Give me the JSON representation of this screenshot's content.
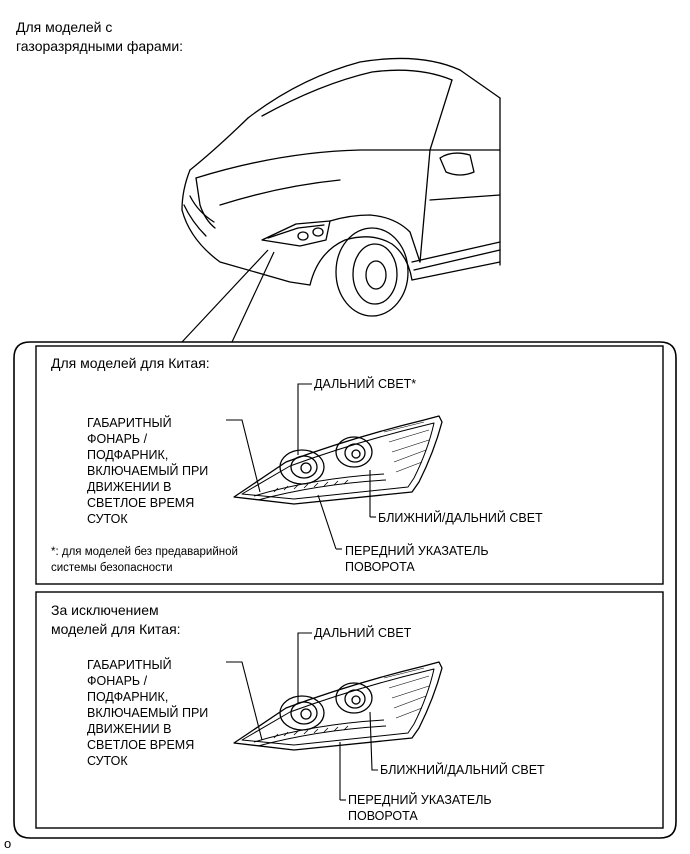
{
  "header": {
    "line1": "Для моделей с",
    "line2": "газоразрядными фарами:"
  },
  "china_panel": {
    "title": "Для моделей для Китая:",
    "high_beam": "ДАЛЬНИЙ СВЕТ*",
    "parking_lines": [
      "ГАБАРИТНЫЙ",
      "ФОНАРЬ /",
      "ПОДФАРНИК,",
      "ВКЛЮЧАЕМЫЙ ПРИ",
      "ДВИЖЕНИИ В",
      "СВЕТЛОЕ ВРЕМЯ",
      "СУТОК"
    ],
    "low_high_beam": "БЛИЖНИЙ/ДАЛЬНИЙ СВЕТ",
    "turn_signal_lines": [
      "ПЕРЕДНИЙ УКАЗАТЕЛЬ",
      "ПОВОРОТА"
    ],
    "footnote_lines": [
      "*: для моделей без предаварийной",
      "системы безопасности"
    ]
  },
  "other_panel": {
    "title_lines": [
      "За исключением",
      "моделей для Китая:"
    ],
    "high_beam": "ДАЛЬНИЙ СВЕТ",
    "parking_lines": [
      "ГАБАРИТНЫЙ",
      "ФОНАРЬ /",
      "ПОДФАРНИК,",
      "ВКЛЮЧАЕМЫЙ ПРИ",
      "ДВИЖЕНИИ В",
      "СВЕТЛОЕ ВРЕМЯ",
      "СУТОК"
    ],
    "low_high_beam": "БЛИЖНИЙ/ДАЛЬНИЙ СВЕТ",
    "turn_signal_lines": [
      "ПЕРЕДНИЙ УКАЗАТЕЛЬ",
      "ПОВОРОТА"
    ]
  },
  "corner_mark": "o"
}
